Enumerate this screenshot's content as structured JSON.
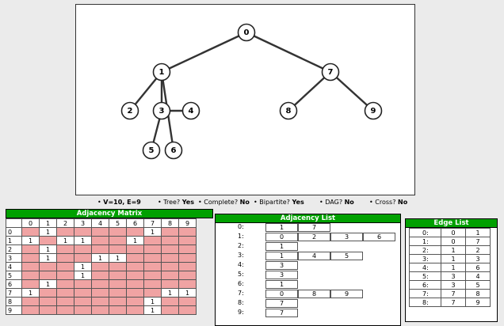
{
  "graph": {
    "nodes": [
      {
        "label": "0"
      },
      {
        "label": "1"
      },
      {
        "label": "2"
      },
      {
        "label": "3"
      },
      {
        "label": "4"
      },
      {
        "label": "5"
      },
      {
        "label": "6"
      },
      {
        "label": "7"
      },
      {
        "label": "8"
      },
      {
        "label": "9"
      }
    ],
    "edges": [
      [
        0,
        1
      ],
      [
        0,
        7
      ],
      [
        1,
        2
      ],
      [
        1,
        3
      ],
      [
        1,
        6
      ],
      [
        3,
        4
      ],
      [
        3,
        5
      ],
      [
        7,
        8
      ],
      [
        7,
        9
      ]
    ]
  },
  "stats": {
    "ve": "V=10, E=9",
    "tree_label": "Tree?",
    "tree_value": "Yes",
    "complete_label": "Complete?",
    "complete_value": "No",
    "bipartite_label": "Bipartite?",
    "bipartite_value": "Yes",
    "dag_label": "DAG?",
    "dag_value": "No",
    "cross_label": "Cross?",
    "cross_value": "No"
  },
  "adjacency_matrix": {
    "title": "Adjacency Matrix",
    "headers": [
      "0",
      "1",
      "2",
      "3",
      "4",
      "5",
      "6",
      "7",
      "8",
      "9"
    ],
    "rows": [
      [
        "",
        "1",
        "",
        "",
        "",
        "",
        "",
        "1",
        "",
        ""
      ],
      [
        "1",
        "",
        "1",
        "1",
        "",
        "",
        "1",
        "",
        "",
        ""
      ],
      [
        "",
        "1",
        "",
        "",
        "",
        "",
        "",
        "",
        "",
        ""
      ],
      [
        "",
        "1",
        "",
        "",
        "1",
        "1",
        "",
        "",
        "",
        ""
      ],
      [
        "",
        "",
        "",
        "1",
        "",
        "",
        "",
        "",
        "",
        ""
      ],
      [
        "",
        "",
        "",
        "1",
        "",
        "",
        "",
        "",
        "",
        ""
      ],
      [
        "",
        "1",
        "",
        "",
        "",
        "",
        "",
        "",
        "",
        ""
      ],
      [
        "1",
        "",
        "",
        "",
        "",
        "",
        "",
        "",
        "1",
        "1"
      ],
      [
        "",
        "",
        "",
        "",
        "",
        "",
        "",
        "1",
        "",
        ""
      ],
      [
        "",
        "",
        "",
        "",
        "",
        "",
        "",
        "1",
        "",
        ""
      ]
    ]
  },
  "adjacency_list": {
    "title": "Adjacency List",
    "rows": [
      {
        "label": "0:",
        "items": [
          "1",
          "7"
        ]
      },
      {
        "label": "1:",
        "items": [
          "0",
          "2",
          "3",
          "6"
        ]
      },
      {
        "label": "2:",
        "items": [
          "1"
        ]
      },
      {
        "label": "3:",
        "items": [
          "1",
          "4",
          "5"
        ]
      },
      {
        "label": "4:",
        "items": [
          "3"
        ]
      },
      {
        "label": "5:",
        "items": [
          "3"
        ]
      },
      {
        "label": "6:",
        "items": [
          "1"
        ]
      },
      {
        "label": "7:",
        "items": [
          "0",
          "8",
          "9"
        ]
      },
      {
        "label": "8:",
        "items": [
          "7"
        ]
      },
      {
        "label": "9:",
        "items": [
          "7"
        ]
      }
    ]
  },
  "edge_list": {
    "title": "Edge List",
    "rows": [
      [
        "0:",
        "0",
        "1"
      ],
      [
        "1:",
        "0",
        "7"
      ],
      [
        "2:",
        "1",
        "2"
      ],
      [
        "3:",
        "1",
        "3"
      ],
      [
        "4:",
        "1",
        "6"
      ],
      [
        "5:",
        "3",
        "4"
      ],
      [
        "6:",
        "3",
        "5"
      ],
      [
        "7:",
        "7",
        "8"
      ],
      [
        "8:",
        "7",
        "9"
      ]
    ]
  }
}
